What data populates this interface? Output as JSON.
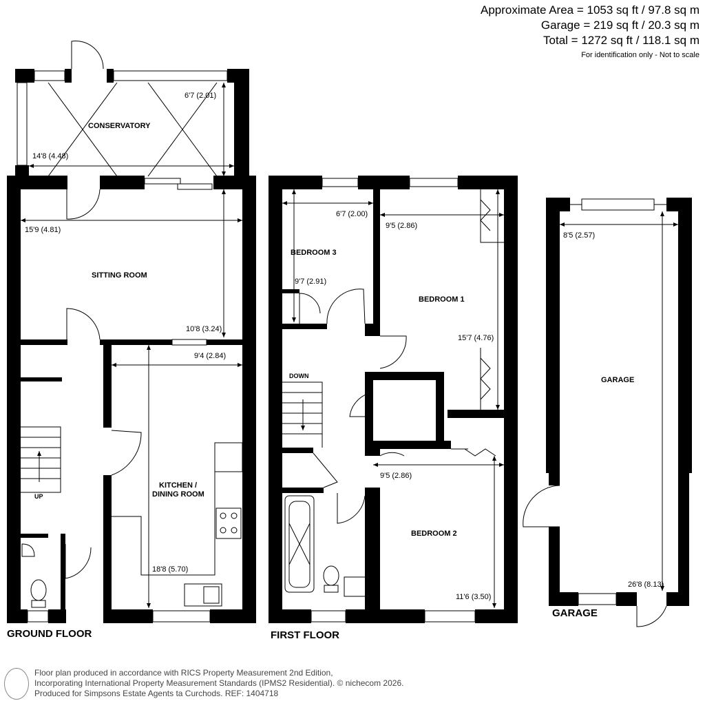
{
  "header": {
    "area": "Approximate Area = 1053 sq ft / 97.8 sq m",
    "garage": "Garage = 219 sq ft / 20.3 sq m",
    "total": "Total = 1272 sq ft / 118.1 sq m",
    "note": "For identification only - Not to scale"
  },
  "ground_floor": {
    "label": "GROUND FLOOR",
    "rooms": {
      "conservatory": "CONSERVATORY",
      "sitting": "SITTING ROOM",
      "kitchen1": "KITCHEN /",
      "kitchen2": "DINING ROOM",
      "up": "UP"
    },
    "dims": {
      "cons_h": "6'7 (2.01)",
      "cons_w": "14'8 (4.48)",
      "sit_w": "15'9 (4.81)",
      "sit_h": "10'8 (3.24)",
      "kit_w": "9'4 (2.84)",
      "kit_h": "18'8 (5.70)"
    }
  },
  "first_floor": {
    "label": "FIRST FLOOR",
    "rooms": {
      "bed3": "BEDROOM 3",
      "bed1": "BEDROOM 1",
      "bed2": "BEDROOM 2",
      "down": "DOWN"
    },
    "dims": {
      "bed3_w": "6'7 (2.00)",
      "bed3_h": "9'7 (2.91)",
      "bed1_w": "9'5 (2.86)",
      "bed1_h": "15'7 (4.76)",
      "bed2_w": "9'5 (2.86)",
      "bed2_h": "11'6 (3.50)"
    }
  },
  "garage": {
    "label": "GARAGE",
    "room": "GARAGE",
    "dims": {
      "w": "8'5 (2.57)",
      "h": "26'8 (8.13)"
    }
  },
  "footer": {
    "line1": "Floor plan produced in accordance with RICS Property Measurement 2nd Edition,",
    "line2": "Incorporating International Property Measurement Standards (IPMS2 Residential).   © nichecom 2026.",
    "line3": "Produced for Simpsons Estate Agents ta Curchods.   REF: 1404718"
  }
}
